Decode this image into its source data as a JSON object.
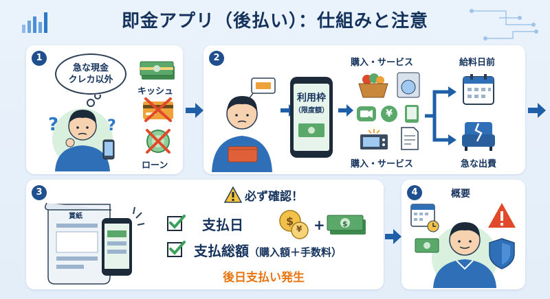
{
  "title": "即金アプリ（後払い）：仕組みと注意",
  "step1": {
    "number": "1",
    "bubble_line1": "急な現金",
    "bubble_line2": "クレカ以外",
    "cashless_label": "キッシュ",
    "loan_label": "ローン"
  },
  "step2": {
    "number": "2",
    "phone_line1": "利用枠",
    "phone_line2": "（限度額）",
    "purchase_label_top": "購入・サービス",
    "purchase_label_bottom": "購入・サービス",
    "yen_symbol": "¥",
    "payday_label": "給料日前",
    "emergency_label": "急な出費"
  },
  "step3": {
    "number": "3",
    "warning_title": "必ず確認！",
    "paper_label": "賞紙",
    "check1": "支払日",
    "check2_main": "支払総額",
    "check2_sub": "（購入額＋手数料）",
    "plus": "+",
    "yen_symbol": "¥",
    "result": "後日支払い発生"
  },
  "step4": {
    "number": "4",
    "label": "概要"
  },
  "colors": {
    "navy": "#14325c",
    "accent_blue": "#1f5fa8",
    "green": "#3aa25a",
    "red": "#e04a2a",
    "orange": "#e8740f"
  }
}
